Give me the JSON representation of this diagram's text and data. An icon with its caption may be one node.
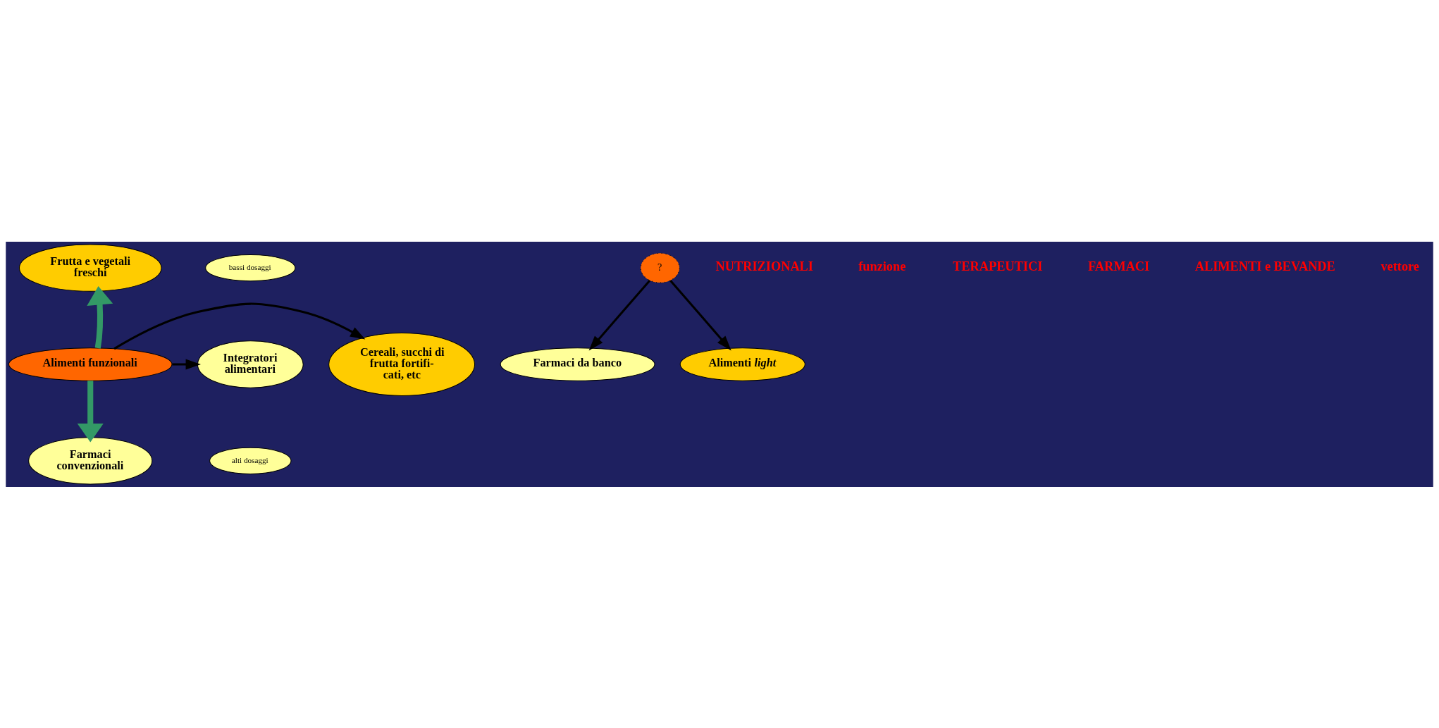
{
  "diagram": {
    "nodes": [
      {
        "text": [
          "bassi dosaggi"
        ]
      },
      {
        "text": [
          "Integratori alimentari"
        ]
      },
      {
        "text": [
          "alti dosaggi"
        ]
      },
      {
        "text": [
          "Alimenti funzionali"
        ]
      },
      {
        "text": [
          "?"
        ]
      },
      {
        "text": [
          "Frutta e vegetali freschi"
        ]
      },
      {
        "text": [
          "Cereali, succhi di frutta fortifi- cati, etc"
        ]
      },
      {
        "text": [
          "Farmaci convenzionali"
        ]
      },
      {
        "text": [
          "Farmaci da banco"
        ]
      },
      {
        "text": [
          "Alimenti *light*"
        ]
      }
    ],
    "edges": [
      {
        "from": 3,
        "to": 1,
        "arrow": "to"
      },
      {
        "from": 3,
        "to": 5,
        "arrow": "to",
        "style": "thick",
        "color": "#339966"
      },
      {
        "from": 3,
        "to": 6,
        "arrow": "to"
      },
      {
        "from": 3,
        "to": 7,
        "arrow": "to",
        "style": "thick",
        "color": "#339966"
      },
      {
        "from": 4,
        "to": 8,
        "arrow": "to"
      },
      {
        "from": 4,
        "to": 9,
        "arrow": "to"
      }
    ],
    "labels": [
      "NUTRIZIONALI",
      "funzione",
      "TERAPEUTICI",
      "FARMACI",
      "ALIMENTI e BEVANDE",
      "vettore"
    ]
  }
}
